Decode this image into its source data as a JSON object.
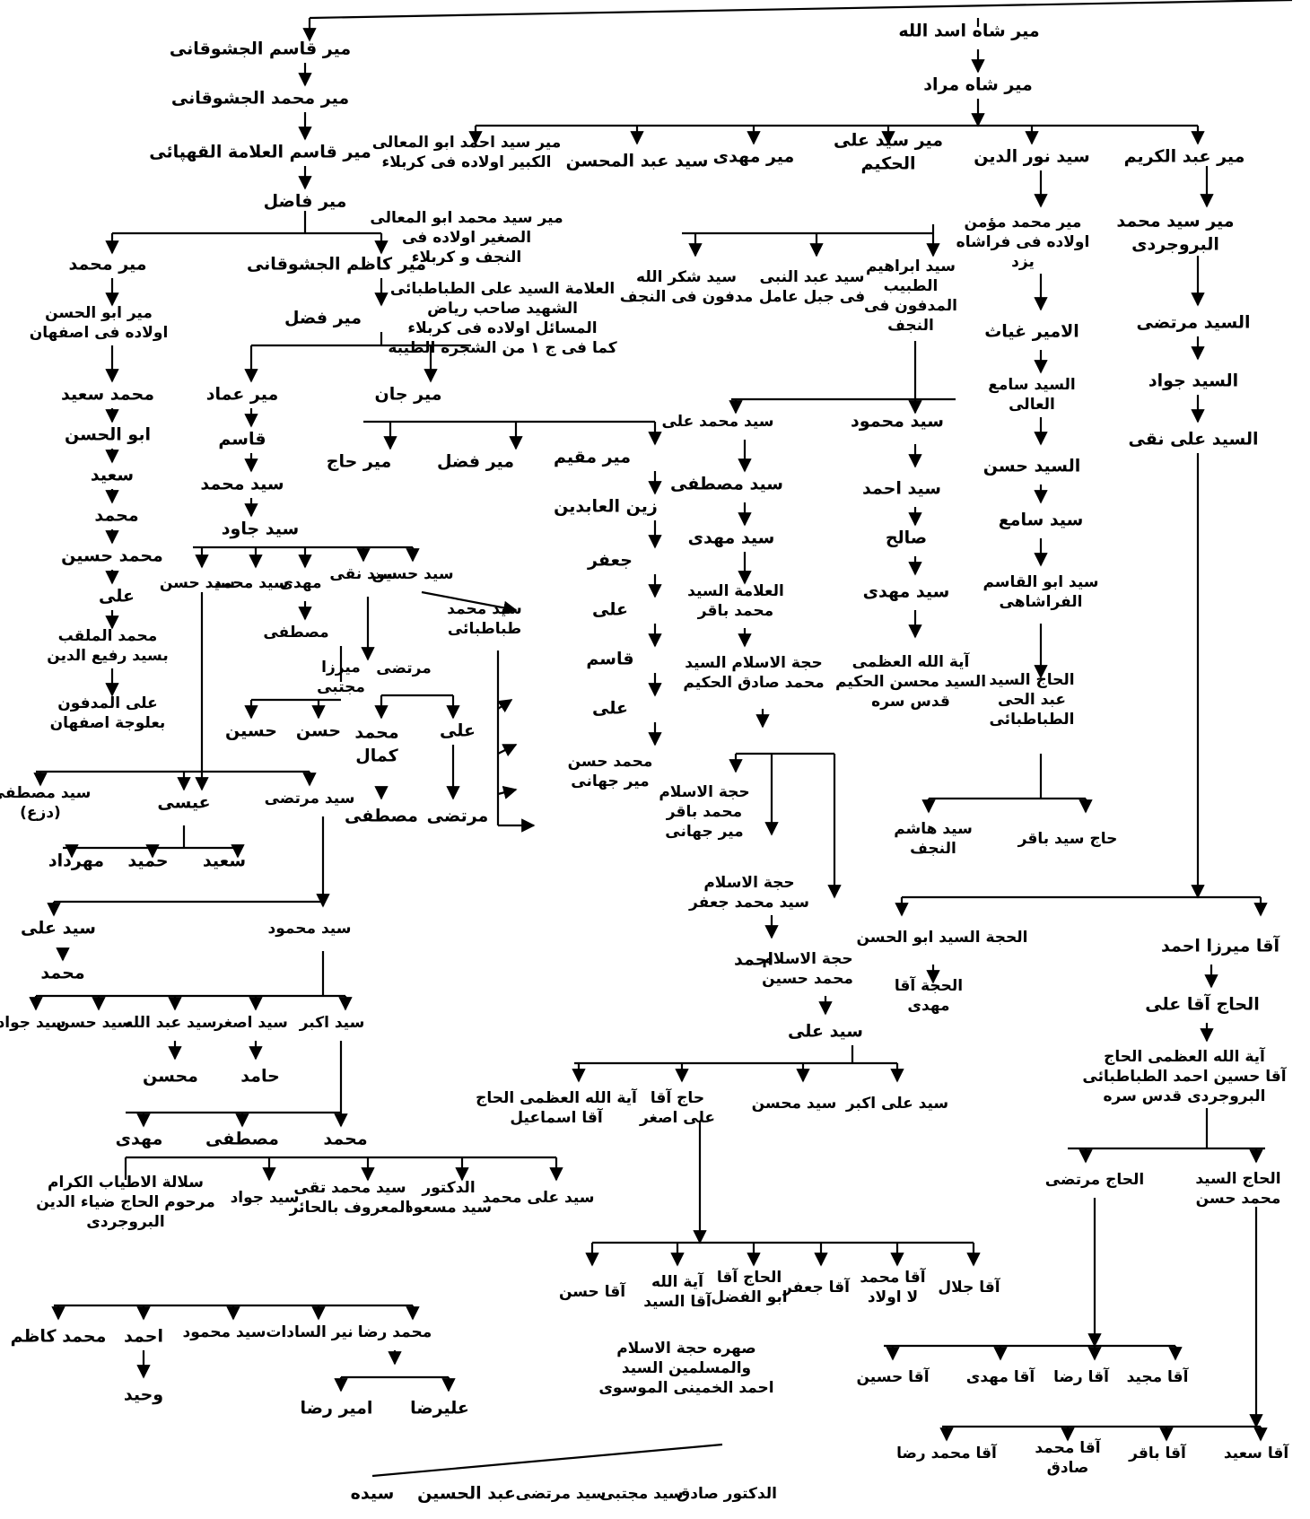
{
  "nodes": [
    {
      "id": "n_asad",
      "lines": [
        "میر شاه اسد الله"
      ]
    },
    {
      "id": "n_murad",
      "lines": [
        "میر شاه مراد"
      ]
    },
    {
      "id": "n_abdulkarim",
      "lines": [
        "میر عبد الکریم"
      ]
    },
    {
      "id": "n_nuruddin",
      "lines": [
        "سید نور الدین"
      ]
    },
    {
      "id": "n_ali_hakim",
      "lines": [
        "میر سید علی",
        "الحکیم"
      ]
    },
    {
      "id": "n_mahdi_top",
      "lines": [
        "میر مهدی"
      ]
    },
    {
      "id": "n_abdulmohsen",
      "lines": [
        "سید عبد المحسن"
      ]
    },
    {
      "id": "n_abulmaali",
      "lines": [
        "میر سید احمد ابو المعالی",
        "الکبیر اولاده فی کربلاء"
      ]
    },
    {
      "id": "n_abulmaali2",
      "lines": [
        "میر سید محمد ابو المعالی",
        "الصغیر اولاده فی",
        "النجف و کربلاء"
      ]
    },
    {
      "id": "n_tabatabai",
      "lines": [
        "العلامة السید علی الطباطبائی",
        "الشهید صاحب ریاض",
        "المسائل اولاده فی کربلاء",
        "کما فی ج ۱ من الشجرة الطیبة"
      ]
    },
    {
      "id": "n_qasim1",
      "lines": [
        "میر قاسم الجشوقانی"
      ]
    },
    {
      "id": "n_mmohammad1",
      "lines": [
        "میر محمد الجشوقانی"
      ]
    },
    {
      "id": "n_qasim2",
      "lines": [
        "میر قاسم العلامة القهپائی"
      ]
    },
    {
      "id": "n_fadil",
      "lines": [
        "میر فاضل"
      ]
    },
    {
      "id": "n_kazim",
      "lines": [
        "میر کاظم الجشوقانی"
      ]
    },
    {
      "id": "n_mirmohammad",
      "lines": [
        "میر محمد"
      ]
    },
    {
      "id": "n_mirabulhasan",
      "lines": [
        "میر ابو الحسن",
        "اولاده فی اصفهان"
      ]
    },
    {
      "id": "n_msaeed",
      "lines": [
        "محمد سعید"
      ]
    },
    {
      "id": "n_abulhasan",
      "lines": [
        "ابو الحسن"
      ]
    },
    {
      "id": "n_saeed",
      "lines": [
        "سعید"
      ]
    },
    {
      "id": "n_mohammad1",
      "lines": [
        "محمد"
      ]
    },
    {
      "id": "n_mhosein",
      "lines": [
        "محمد حسین"
      ]
    },
    {
      "id": "n_ali1",
      "lines": [
        "علی"
      ]
    },
    {
      "id": "n_rafi",
      "lines": [
        "محمد الملقب",
        "بسید رفیع الدین"
      ]
    },
    {
      "id": "n_ali_madfun",
      "lines": [
        "علی المدفون",
        "بعلوجة اصفهان"
      ]
    },
    {
      "id": "n_mirfadl1",
      "lines": [
        "میر فضل"
      ]
    },
    {
      "id": "n_mirimad",
      "lines": [
        "میر عماد"
      ]
    },
    {
      "id": "n_mirjan",
      "lines": [
        "میر جان"
      ]
    },
    {
      "id": "n_qasem_b",
      "lines": [
        "قاسم"
      ]
    },
    {
      "id": "n_sayedmohammad_b",
      "lines": [
        "سید محمد"
      ]
    },
    {
      "id": "n_sayedjavad_b",
      "lines": [
        "سید جاود"
      ]
    },
    {
      "id": "n_mirmoqim",
      "lines": [
        "میر مقیم"
      ]
    },
    {
      "id": "n_mirfadl2",
      "lines": [
        "میر فضل"
      ]
    },
    {
      "id": "n_mirhaj",
      "lines": [
        "میر حاج"
      ]
    },
    {
      "id": "n_zain",
      "lines": [
        "زین العابدین"
      ]
    },
    {
      "id": "n_jafar_c",
      "lines": [
        "جعفر"
      ]
    },
    {
      "id": "n_ali_c",
      "lines": [
        "علی"
      ]
    },
    {
      "id": "n_qasem_c",
      "lines": [
        "قاسم"
      ]
    },
    {
      "id": "n_ali_c2",
      "lines": [
        "علی"
      ]
    },
    {
      "id": "n_mhasan_c",
      "lines": [
        "محمد حسن",
        "میر جهانی"
      ]
    },
    {
      "id": "n_sayedhosein_d",
      "lines": [
        "سید حسین"
      ]
    },
    {
      "id": "n_sayednaqi",
      "lines": [
        "سید نقی"
      ]
    },
    {
      "id": "n_mahdi_d",
      "lines": [
        "مهدی"
      ]
    },
    {
      "id": "n_sayedmoh_d",
      "lines": [
        "سید محمد"
      ]
    },
    {
      "id": "n_sayedhasan_d",
      "lines": [
        "سید حسن"
      ]
    },
    {
      "id": "n_tabatabai_d",
      "lines": [
        "سید محمد",
        "طباطبائی"
      ]
    },
    {
      "id": "n_mostafa_d",
      "lines": [
        "مصطفی"
      ]
    },
    {
      "id": "n_mirza_mojtaba",
      "lines": [
        "میرزا",
        "مجتبی"
      ]
    },
    {
      "id": "n_morteza_d",
      "lines": [
        "مرتضی"
      ]
    },
    {
      "id": "n_hasan_d",
      "lines": [
        "حسن"
      ]
    },
    {
      "id": "n_hosein_d",
      "lines": [
        "حسین"
      ]
    },
    {
      "id": "n_ali_d",
      "lines": [
        "علی"
      ]
    },
    {
      "id": "n_mkamal",
      "lines": [
        "محمد",
        "کمال"
      ]
    },
    {
      "id": "n_morteza_d2",
      "lines": [
        "مرتضی"
      ]
    },
    {
      "id": "n_mostafa_d2",
      "lines": [
        "مصطفی"
      ]
    },
    {
      "id": "n_sayedmortaza_e",
      "lines": [
        "سید مرتضی"
      ]
    },
    {
      "id": "n_isa",
      "lines": [
        "عیسی"
      ]
    },
    {
      "id": "n_sayedmostafa_e",
      "lines": [
        "سید مصطفی",
        "(دزع)"
      ]
    },
    {
      "id": "n_saeed_e",
      "lines": [
        "سعید"
      ]
    },
    {
      "id": "n_hamid_e",
      "lines": [
        "حمید"
      ]
    },
    {
      "id": "n_mehrdad",
      "lines": [
        "مهرداد"
      ]
    },
    {
      "id": "n_sayedmahmud_e",
      "lines": [
        "سید محمود"
      ]
    },
    {
      "id": "n_sayedali_e",
      "lines": [
        "سید علی"
      ]
    },
    {
      "id": "n_mohammad_e",
      "lines": [
        "محمد"
      ]
    },
    {
      "id": "n_akbar",
      "lines": [
        "سید اکبر"
      ]
    },
    {
      "id": "n_asghar",
      "lines": [
        "سید اصغر"
      ]
    },
    {
      "id": "n_abdullah",
      "lines": [
        "سید عبد الله"
      ]
    },
    {
      "id": "n_sayedhasan_e",
      "lines": [
        "سید حسن"
      ]
    },
    {
      "id": "n_sayedjavad_e",
      "lines": [
        "سید جواد"
      ]
    },
    {
      "id": "n_hamed",
      "lines": [
        "حامد"
      ]
    },
    {
      "id": "n_mohsen_e",
      "lines": [
        "محسن"
      ]
    },
    {
      "id": "n_mohammad_f",
      "lines": [
        "محمد"
      ]
    },
    {
      "id": "n_mostafa_f",
      "lines": [
        "مصطفی"
      ]
    },
    {
      "id": "n_mahdi_f",
      "lines": [
        "مهدی"
      ]
    },
    {
      "id": "n_sayedalimohammad",
      "lines": [
        "سید علی محمد"
      ]
    },
    {
      "id": "n_masoud",
      "lines": [
        "الدکتور",
        "سید مسعود"
      ]
    },
    {
      "id": "n_haeri",
      "lines": [
        "سید محمد تقی",
        "المعروف بالحائر"
      ]
    },
    {
      "id": "n_sayedjavad_f",
      "lines": [
        "سید جواد"
      ]
    },
    {
      "id": "n_ziaddin",
      "lines": [
        "سلالة الاطیاب الکرام",
        "مرحوم الحاج ضیاء الدین",
        "البروجردی"
      ]
    },
    {
      "id": "n_mreza",
      "lines": [
        "محمد رضا"
      ]
    },
    {
      "id": "n_nayyer",
      "lines": [
        "نیر السادات"
      ]
    },
    {
      "id": "n_sayedmahmud_g",
      "lines": [
        "سید محمود"
      ]
    },
    {
      "id": "n_ahmad_g",
      "lines": [
        "احمد"
      ]
    },
    {
      "id": "n_mkazem",
      "lines": [
        "محمد کاظم"
      ]
    },
    {
      "id": "n_vahid",
      "lines": [
        "وحید"
      ]
    },
    {
      "id": "n_alireza",
      "lines": [
        "علیرضا"
      ]
    },
    {
      "id": "n_amirreza",
      "lines": [
        "امیر رضا"
      ]
    },
    {
      "id": "n_sayyeda",
      "lines": [
        "سیده"
      ]
    },
    {
      "id": "n_abdulhosein",
      "lines": [
        "عبد الحسین"
      ]
    },
    {
      "id": "n_sayedmorteza_h",
      "lines": [
        "سید مرتضی"
      ]
    },
    {
      "id": "n_sayedmojtaba",
      "lines": [
        "سید مجتبی"
      ]
    },
    {
      "id": "n_drsadiq",
      "lines": [
        "الدکتور صادق"
      ]
    },
    {
      "id": "n_hasanhaj",
      "lines": [
        "سید هاشم"
      ]
    },
    {
      "id": "n_alhakim_ibrahim",
      "lines": [
        "سید ابراهیم",
        "الطبیب",
        "المدفون فی",
        "النجف"
      ]
    },
    {
      "id": "n_abdulnabi",
      "lines": [
        "سید عبد النبی",
        "فی جبل عامل"
      ]
    },
    {
      "id": "n_shukrullah",
      "lines": [
        "سید شکر الله",
        "مدفون فی النجف"
      ]
    },
    {
      "id": "n_sayedmahmud_i",
      "lines": [
        "سید محمود"
      ]
    },
    {
      "id": "n_sayedahmad_i",
      "lines": [
        "سید احمد"
      ]
    },
    {
      "id": "n_saleh",
      "lines": [
        "صالح"
      ]
    },
    {
      "id": "n_sayedmahdi_i",
      "lines": [
        "سید مهدی"
      ]
    },
    {
      "id": "n_muhsin_hakim",
      "lines": [
        "آیة الله العظمی",
        "السید محسن الحکیم",
        "قدس سره"
      ]
    },
    {
      "id": "n_sayedmohammadali",
      "lines": [
        "سید محمد علی"
      ]
    },
    {
      "id": "n_sayedmostafa_i",
      "lines": [
        "سید مصطفی"
      ]
    },
    {
      "id": "n_sayedmahdi_i2",
      "lines": [
        "سید مهدی"
      ]
    },
    {
      "id": "n_baqir_i",
      "lines": [
        "العلامة السید",
        "محمد باقر"
      ]
    },
    {
      "id": "n_sadiq_hakim",
      "lines": [
        "حجة الاسلام السید",
        "محمد صادق الحکیم"
      ]
    },
    {
      "id": "n_hujja_baqir",
      "lines": [
        "حجة الاسلام",
        "محمد باقر",
        "میر جهانی"
      ]
    },
    {
      "id": "n_hujja_jafar",
      "lines": [
        "حجة الاسلام",
        "سید محمد جعفر"
      ]
    },
    {
      "id": "n_ahmad_i",
      "lines": [
        "احمد"
      ]
    },
    {
      "id": "n_hujja_mhosein",
      "lines": [
        "حجة الاسلام",
        "محمد حسین"
      ]
    },
    {
      "id": "n_sayedali_i",
      "lines": [
        "سید علی"
      ]
    },
    {
      "id": "n_sayedmohsen_j",
      "lines": [
        "سید محسن"
      ]
    },
    {
      "id": "n_sayedaliakbar",
      "lines": [
        "سید علی اکبر"
      ]
    },
    {
      "id": "n_haj_aliasghar",
      "lines": [
        "حاج آقا",
        "علی اصغر"
      ]
    },
    {
      "id": "n_ismail",
      "lines": [
        "آیة الله العظمی الحاج",
        "آقا اسماعیل"
      ]
    },
    {
      "id": "n_aqajalal",
      "lines": [
        "آقا جلال"
      ]
    },
    {
      "id": "n_aqamohammad_j",
      "lines": [
        "آقا محمد",
        "لا اولاد"
      ]
    },
    {
      "id": "n_aqajafar",
      "lines": [
        "آقا جعفر"
      ]
    },
    {
      "id": "n_abulfadl",
      "lines": [
        "الحاج آقا",
        "ابو الفضل"
      ]
    },
    {
      "id": "n_ayatullah_h",
      "lines": [
        "آیة الله",
        "آقا السید"
      ]
    },
    {
      "id": "n_aqahasan_j",
      "lines": [
        "آقا حسن"
      ]
    },
    {
      "id": "n_khomeini",
      "lines": [
        "صهره حجة الاسلام",
        "والمسلمین السید",
        "احمد الخمینی الموسوی"
      ]
    },
    {
      "id": "n_sayedmuhammad_k",
      "lines": [
        "میر سید محمد",
        "البروجردی"
      ]
    },
    {
      "id": "n_morteza_k",
      "lines": [
        "السید مرتضی"
      ]
    },
    {
      "id": "n_javad_k",
      "lines": [
        "السید جواد"
      ]
    },
    {
      "id": "n_alinaqi_k",
      "lines": [
        "السید علی نقی"
      ]
    },
    {
      "id": "n_aqamirzaahmad",
      "lines": [
        "آقا میرزا احمد"
      ]
    },
    {
      "id": "n_haj_aqaali",
      "lines": [
        "الحاج آقا علی"
      ]
    },
    {
      "id": "n_borujerdi",
      "lines": [
        "آیة الله العظمی الحاج",
        "آقا حسین احمد الطباطبائی",
        "البروجردی قدس سره"
      ]
    },
    {
      "id": "n_mohammadmomen",
      "lines": [
        "میر محمد مؤمن",
        "اولاده فی فراشاه",
        "یزد"
      ]
    },
    {
      "id": "n_ghiyath",
      "lines": [
        "الامیر غیاث"
      ]
    },
    {
      "id": "n_sayedsamea",
      "lines": [
        "السید سامع",
        "العالی"
      ]
    },
    {
      "id": "n_sayedhasan_l",
      "lines": [
        "السید حسن"
      ]
    },
    {
      "id": "n_sayedsamea2",
      "lines": [
        "سید سامع"
      ]
    },
    {
      "id": "n_abulqasim",
      "lines": [
        "سید ابو القاسم",
        "الفراشاهی"
      ]
    },
    {
      "id": "n_abdulhayy",
      "lines": [
        "الحاج السید",
        "عبد الحی",
        "الطباطبائی"
      ]
    },
    {
      "id": "n_hajsayedbaqir",
      "lines": [
        "حاج سید باقر"
      ]
    },
    {
      "id": "n_sayedhashim_l",
      "lines": [
        "سید هاشم",
        "النجف"
      ]
    },
    {
      "id": "n_abulhasan_m",
      "lines": [
        "الحجة السید ابو الحسن"
      ]
    },
    {
      "id": "n_aqamahdi_m",
      "lines": [
        "الحجة آقا",
        "مهدی"
      ]
    },
    {
      "id": "n_hajmorteza",
      "lines": [
        "الحاج مرتضی"
      ]
    },
    {
      "id": "n_hajsayedmhasan",
      "lines": [
        "الحاج السید",
        "محمد حسن"
      ]
    },
    {
      "id": "n_aqahosein_n",
      "lines": [
        "آقا حسین"
      ]
    },
    {
      "id": "n_aqamahdi_n",
      "lines": [
        "آقا مهدی"
      ]
    },
    {
      "id": "n_aqareza_n",
      "lines": [
        "آقا رضا"
      ]
    },
    {
      "id": "n_aqamajid_n",
      "lines": [
        "آقا مجید"
      ]
    },
    {
      "id": "n_aqamreza_o",
      "lines": [
        "آقا محمد رضا"
      ]
    },
    {
      "id": "n_aqamsadiq",
      "lines": [
        "آقا محمد",
        "صادق"
      ]
    },
    {
      "id": "n_aqabaqir_o",
      "lines": [
        "آقا باقر"
      ]
    },
    {
      "id": "n_aqasaeed_o",
      "lines": [
        "آقا سعید"
      ]
    }
  ]
}
